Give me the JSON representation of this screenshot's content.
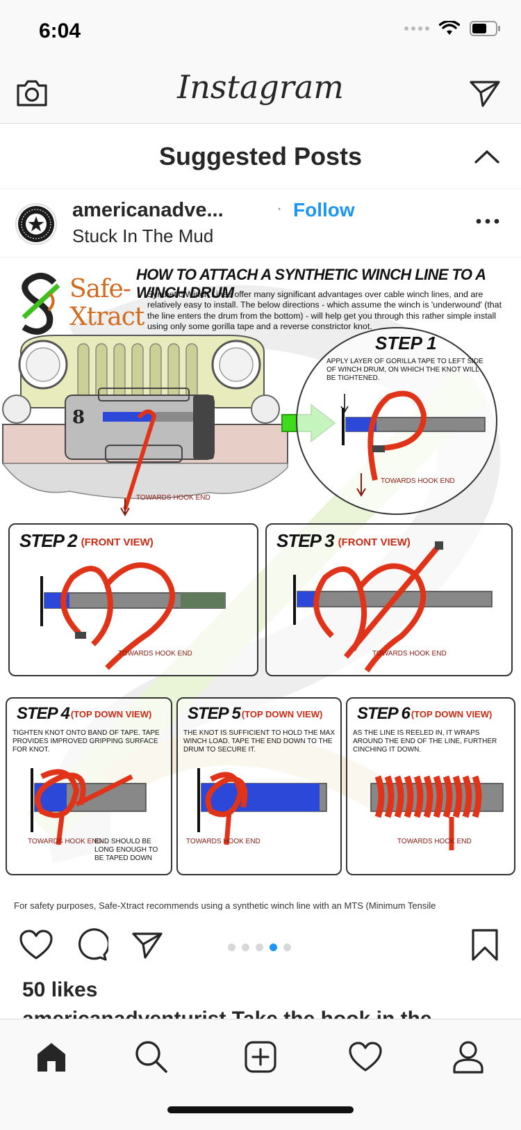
{
  "status_bar": {
    "time": "6:04"
  },
  "header": {
    "logo": "Instagram",
    "camera_icon": "camera-icon",
    "direct_icon": "paper-plane-icon"
  },
  "suggested": {
    "title": "Suggested Posts"
  },
  "post": {
    "username": "americanadve...",
    "separator": "·",
    "follow_label": "Follow",
    "subtitle": "Stuck In The Mud",
    "avatar_text": "AMERICAN ADVENTURIST",
    "likes": "50 likes",
    "caption_peek": "americanadventurist Take the hook in the",
    "carousel": {
      "count": 5,
      "active_index": 3
    }
  },
  "poster": {
    "brand_line1": "Safe-",
    "brand_line2": "Xtract",
    "title": "HOW TO ATTACH A SYNTHETIC WINCH LINE TO A WINCH DRUM",
    "intro": "Synthetic Winch Lines offer many significant advantages over cable winch lines, and are relatively easy to install. The below directions - which assume the winch is 'underwound' (that the line enters the drum from the bottom) - will help get you through this rather simple install using only some gorilla tape and a reverse constrictor knot.",
    "towards_hook_end": "TOWARDS HOOK END",
    "step1": {
      "title": "STEP 1",
      "note": "APPLY LAYER OF GORILLA TAPE TO LEFT SIDE OF WINCH DRUM, ON WHICH THE KNOT WILL BE TIGHTENED."
    },
    "step2": {
      "title": "STEP 2",
      "view": "(FRONT VIEW)"
    },
    "step3": {
      "title": "STEP 3",
      "view": "(FRONT VIEW)"
    },
    "step4": {
      "title": "STEP 4",
      "view": "(TOP DOWN VIEW)",
      "note": "TIGHTEN KNOT ONTO BAND OF TAPE. TAPE PROVIDES IMPROVED GRIPPING SURFACE FOR KNOT.",
      "extra": "END SHOULD BE LONG ENOUGH TO BE TAPED DOWN"
    },
    "step5": {
      "title": "STEP 5",
      "view": "(TOP DOWN VIEW)",
      "note": "THE KNOT IS SUFFICIENT TO HOLD THE MAX WINCH LOAD. TAPE THE END DOWN TO THE DRUM TO SECURE IT."
    },
    "step6": {
      "title": "STEP 6",
      "view": "(TOP DOWN VIEW)",
      "note": "AS THE LINE IS REELED IN, IT WRAPS AROUND THE END OF THE LINE, FURTHER CINCHING IT DOWN."
    },
    "footnote": "For safety purposes, Safe-Xtract recommends using a synthetic winch line with an MTS (Minimum Tensile"
  },
  "colors": {
    "accent_blue": "#1c96f0",
    "rope_red": "#e0341a",
    "tape_blue": "#2b48d8",
    "arrow_green": "#3fdc1e",
    "brand_orange": "#d26a1f"
  }
}
